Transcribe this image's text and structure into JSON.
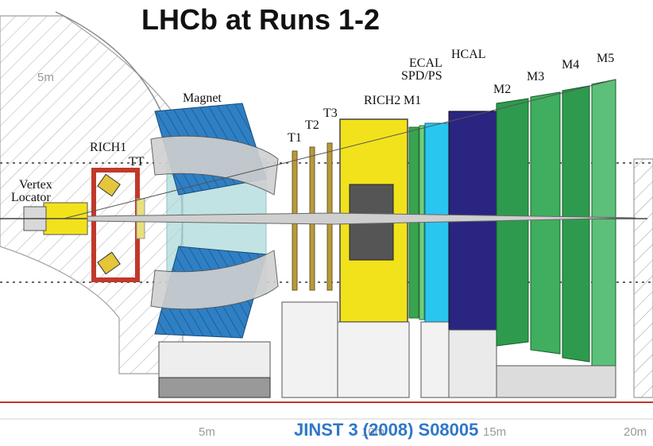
{
  "title": "LHCb at Runs 1-2",
  "citation": "JINST 3 (2008) S08005",
  "scale_labels": [
    "5m",
    "5m",
    "10m",
    "15m",
    "20m"
  ],
  "detector_labels": {
    "vertex_locator": [
      "Vertex",
      "Locator"
    ],
    "rich1": "RICH1",
    "tt": "TT",
    "magnet": "Magnet",
    "t1": "T1",
    "t2": "T2",
    "t3": "T3",
    "rich2": "RICH2",
    "m1": "M1",
    "ecal": "ECAL",
    "spd_ps": "SPD/PS",
    "hcal": "HCAL",
    "m2": "M2",
    "m3": "M3",
    "m4": "M4",
    "m5": "M5"
  },
  "colors": {
    "magnet_blue": "#2f7fc4",
    "tracker_gold": "#b89a3c",
    "rich2_yellow": "#f2e21c",
    "ecal_cyan": "#29c6ef",
    "hcal_navy": "#2a2580",
    "muon_green": "#2e9a4e",
    "beamline_red": "#c0392b",
    "citation_blue": "#2f78c8"
  }
}
